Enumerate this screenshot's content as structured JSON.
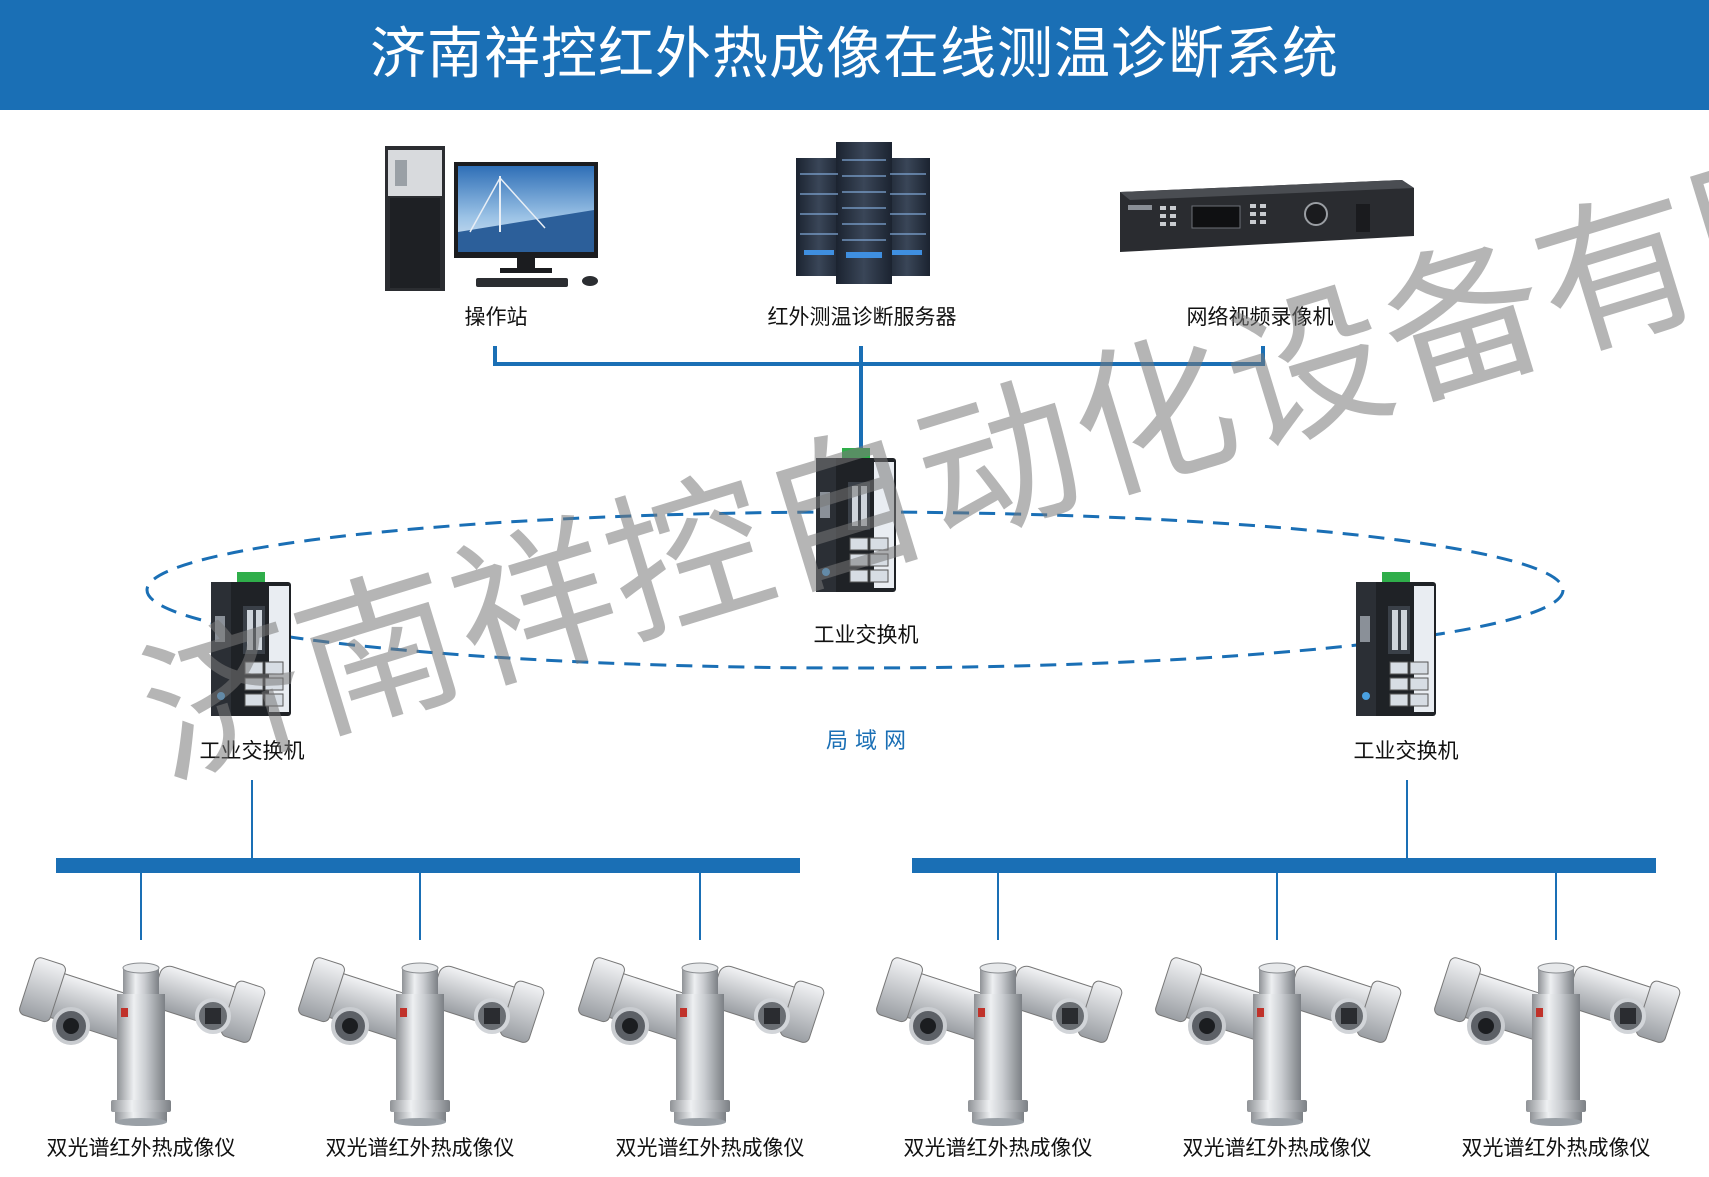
{
  "banner": {
    "title": "济南祥控红外热成像在线测温诊断系统"
  },
  "top_devices": [
    {
      "label": "操作站",
      "icon": "workstation-icon"
    },
    {
      "label": "红外测温诊断服务器",
      "icon": "server-rack-icon"
    },
    {
      "label": "网络视频录像机",
      "icon": "nvr-icon"
    }
  ],
  "switches": {
    "center_label": "工业交换机",
    "left_label": "工业交换机",
    "right_label": "工业交换机"
  },
  "lan_label": "局 域 网",
  "cameras": [
    {
      "label": "双光谱红外热成像仪"
    },
    {
      "label": "双光谱红外热成像仪"
    },
    {
      "label": "双光谱红外热成像仪"
    },
    {
      "label": "双光谱红外热成像仪"
    },
    {
      "label": "双光谱红外热成像仪"
    },
    {
      "label": "双光谱红外热成像仪"
    }
  ],
  "watermark": "济南祥控自动化设备有限公司",
  "colors": {
    "banner": "#1a6fb5",
    "line": "#1a6fb5",
    "bus": "#1a6fb5",
    "watermark": "#8c8c8c"
  }
}
